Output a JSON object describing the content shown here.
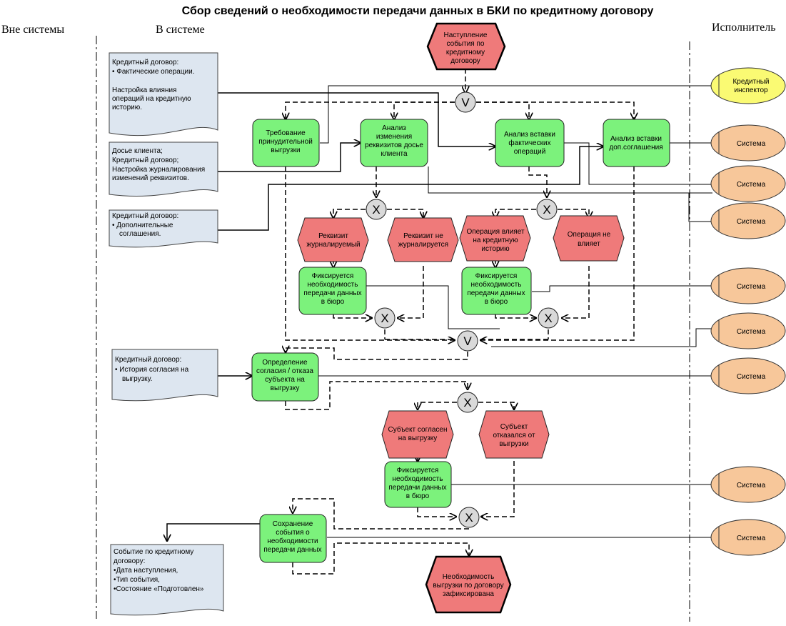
{
  "title": "Сбор сведений о необходимости передачи данных в БКИ по кредитному договору",
  "lanes": {
    "outside": "Вне системы",
    "inside": "В системе",
    "executor": "Исполнитель"
  },
  "events": {
    "start": [
      "Наступление",
      "события по",
      "кредитному",
      "договору"
    ],
    "attr_journaled": [
      "Реквизит",
      "журналируемый"
    ],
    "attr_not_journaled": [
      "Реквизит не",
      "журналируется"
    ],
    "op_affects": [
      "Операция влияет",
      "на кредитную",
      "историю"
    ],
    "op_not_affects": [
      "Операция не",
      "влияет"
    ],
    "subject_agreed": [
      "Субъект согласен",
      "на выгрузку"
    ],
    "subject_refused": [
      "Субъект",
      "отказался от",
      "выгрузки"
    ],
    "end": [
      "Необходимость",
      "выгрузки по договору",
      "зафиксирована"
    ]
  },
  "functions": {
    "forced_upload": [
      "Требование",
      "принудительной",
      "выгрузки"
    ],
    "analyze_client_attrs": [
      "Анализ",
      "изменения",
      "реквизитов досье",
      "клиента"
    ],
    "analyze_actual_ops": [
      "Анализ вставки",
      "фактических",
      "операций"
    ],
    "analyze_addendum": [
      "Анализ вставки",
      "доп.соглашения"
    ],
    "fix_need_1": [
      "Фиксируется",
      "необходимость",
      "передачи данных",
      "в бюро"
    ],
    "fix_need_2": [
      "Фиксируется",
      "необходимость",
      "передачи данных",
      "в бюро"
    ],
    "consent": [
      "Определение",
      "согласия / отказа",
      "субъекта на",
      "выгрузку"
    ],
    "fix_need_3": [
      "Фиксируется",
      "необходимость",
      "передачи данных",
      "в бюро"
    ],
    "save_event": [
      "Сохранение",
      "события о",
      "необходимости",
      "передачи данных"
    ]
  },
  "documents": {
    "doc1": [
      "Кредитный договор:",
      "Фактические операции.",
      "",
      "Настройка влияния",
      "операций на кредитную",
      "историю."
    ],
    "doc2": [
      "Досье клиента;",
      "Кредитный договор;",
      "Настройка журналирования",
      "изменений реквизитов."
    ],
    "doc3": [
      "Кредитный договор:",
      "Дополнительные",
      "соглашения."
    ],
    "doc4": [
      "Кредитный договор:",
      "История согласия на",
      "выгрузку."
    ],
    "doc5": [
      "Событие по кредитному",
      "договору:",
      "•Дата наступления,",
      "•Тип события,",
      "•Состояние «Подготовлен»"
    ]
  },
  "connectors": {
    "or_top": "V",
    "xor_attr": "X",
    "xor_ops": "X",
    "xor_join_attr": "X",
    "xor_join_ops": "X",
    "or_join": "V",
    "xor_subject": "X",
    "xor_join_subject": "X"
  },
  "executors": {
    "inspector": [
      "Кредитный",
      "инспектор"
    ],
    "system": "Система"
  },
  "colors": {
    "function": "#7cf27c",
    "event": "#ef7a7a",
    "document": "#dde6f0",
    "org_unit_yellow": "#fafa73",
    "org_unit_orange": "#f7c79a",
    "connector": "#d9d9d9"
  }
}
